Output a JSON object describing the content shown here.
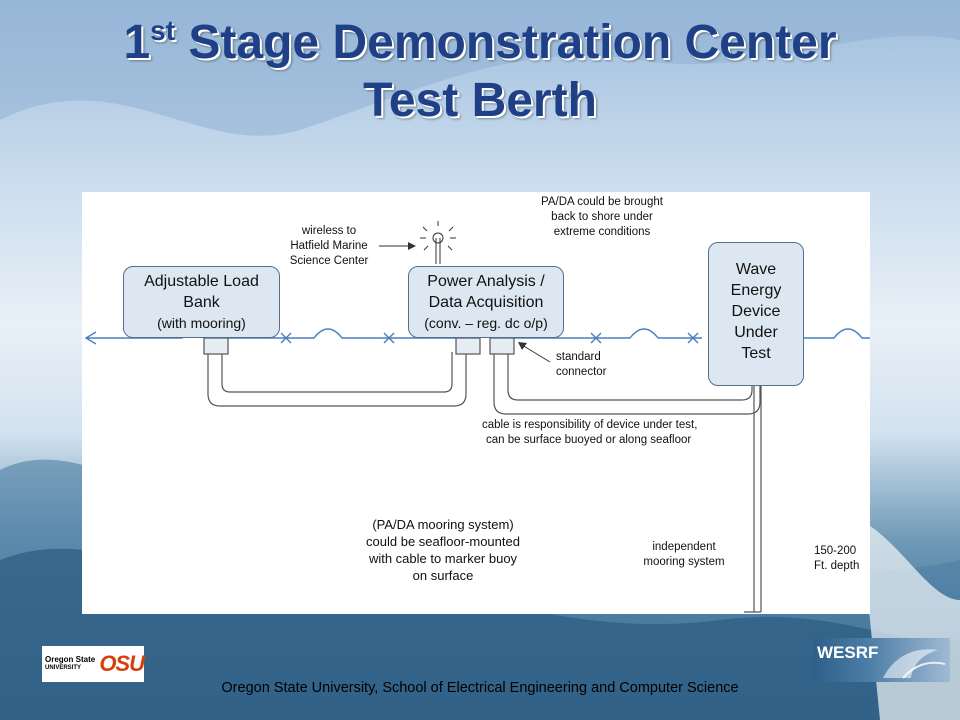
{
  "title": {
    "prefix": "1",
    "superscript": "st",
    "line1_rest": " Stage Demonstration Center",
    "line2": "Test Berth"
  },
  "boxes": {
    "load_bank": [
      "Adjustable Load",
      "Bank",
      "(with mooring)"
    ],
    "padq": [
      "Power Analysis /",
      "Data Acquisition",
      "(conv. – reg. dc o/p)"
    ],
    "wave_device": [
      "Wave",
      "Energy",
      "Device",
      "Under",
      "Test"
    ]
  },
  "notes": {
    "wireless": [
      "wireless to",
      "Hatfield Marine",
      "Science Center"
    ],
    "shore": [
      "PA/DA could be brought",
      "back to shore under",
      "extreme conditions"
    ],
    "connector": [
      "standard",
      "connector"
    ],
    "cable": [
      "cable is responsibility of device under test,",
      "can be surface buoyed or along seafloor"
    ],
    "mooring": [
      "(PA/DA mooring system)",
      "could be seafloor-mounted",
      "with cable to marker buoy",
      "on surface"
    ],
    "independent": [
      "independent",
      "mooring system"
    ],
    "depth": [
      "150-200",
      "Ft. depth"
    ]
  },
  "footer": "Oregon State University, School of Electrical Engineering and Computer Science",
  "logos": {
    "osu_text": [
      "Oregon State",
      "UNIVERSITY"
    ],
    "osu_mark": "OSU",
    "wesrf": "WESRF"
  },
  "colors": {
    "title": "#1f3f86",
    "wave_line": "#4a7fc0",
    "box_fill": "#dde7f2",
    "box_border": "#52708e",
    "osu_orange": "#d73f09"
  }
}
